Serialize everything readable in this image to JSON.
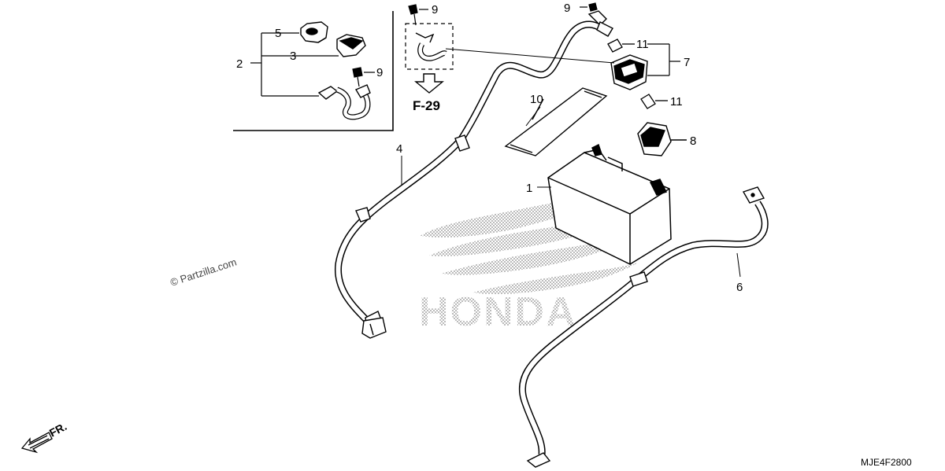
{
  "callouts": {
    "c1": "1",
    "c2": "2",
    "c3": "3",
    "c4": "4",
    "c5": "5",
    "c6": "6",
    "c7": "7",
    "c8": "8",
    "c9a": "9",
    "c9b": "9",
    "c9c": "9",
    "c10": "10",
    "c11a": "11",
    "c11b": "11"
  },
  "ref_page": "F-29",
  "watermark": "© Partzilla.com",
  "brand_watermark": "HONDA",
  "front_indicator": "FR.",
  "diagram_code": "MJE4F2800",
  "colors": {
    "line": "#000000",
    "halftone": "#9a9a9a"
  }
}
